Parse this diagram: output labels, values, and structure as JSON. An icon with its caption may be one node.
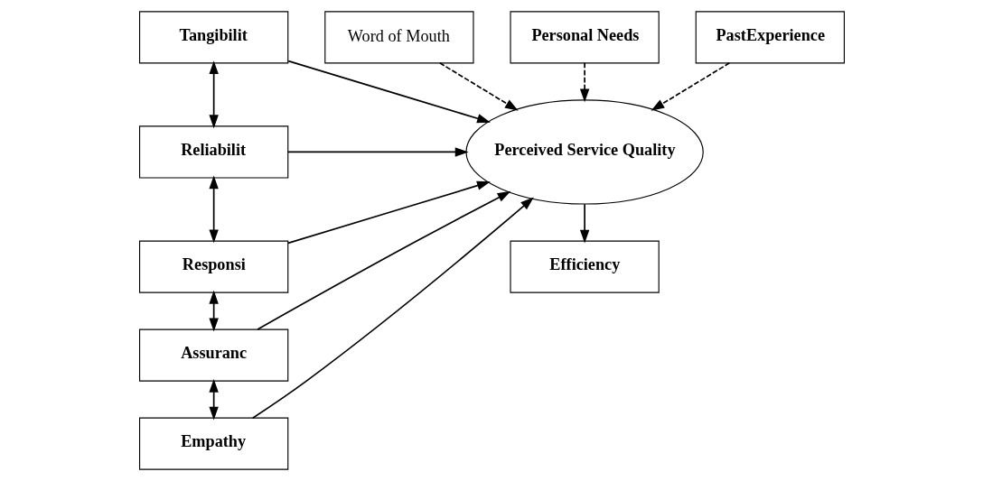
{
  "diagram": {
    "nodes": [
      {
        "text": [
          "Tangibilit"
        ]
      },
      {
        "text": [
          "Reliabilit"
        ]
      },
      {
        "text": [
          "Responsi"
        ]
      },
      {
        "text": [
          "Assuranc"
        ]
      },
      {
        "text": [
          "Empathy"
        ]
      },
      {
        "text": [
          "Word of Mouth"
        ]
      },
      {
        "text": [
          "Personal Needs"
        ]
      },
      {
        "text": [
          "PastExperience"
        ]
      },
      {
        "text": [
          "Perceived Service Quality"
        ]
      },
      {
        "text": [
          "Efficiency"
        ]
      }
    ],
    "edges": [
      {
        "from": 0,
        "to": 1,
        "arrow": "both"
      },
      {
        "from": 1,
        "to": 2,
        "arrow": "both"
      },
      {
        "from": 2,
        "to": 3,
        "arrow": "both"
      },
      {
        "from": 3,
        "to": 4,
        "arrow": "both"
      },
      {
        "from": 0,
        "to": 8,
        "arrow": "to"
      },
      {
        "from": 1,
        "to": 8,
        "arrow": "to"
      },
      {
        "from": 2,
        "to": 8,
        "arrow": "to"
      },
      {
        "from": 3,
        "to": 8,
        "arrow": "to"
      },
      {
        "from": 4,
        "to": 8,
        "arrow": "to"
      },
      {
        "from": 5,
        "to": 8,
        "arrow": "to",
        "style": "dashed"
      },
      {
        "from": 6,
        "to": 8,
        "arrow": "to",
        "style": "dashed"
      },
      {
        "from": 7,
        "to": 8,
        "arrow": "to",
        "style": "dashed"
      },
      {
        "from": 8,
        "to": 9,
        "arrow": "to"
      }
    ]
  }
}
